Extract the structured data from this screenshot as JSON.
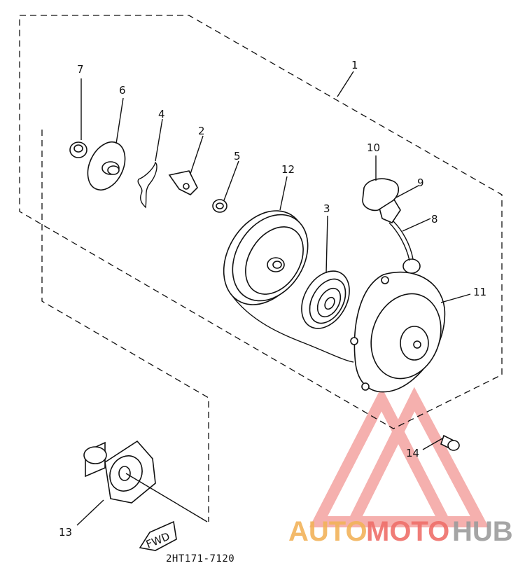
{
  "diagram": {
    "callouts": [
      {
        "id": "1",
        "label": "1"
      },
      {
        "id": "2",
        "label": "2"
      },
      {
        "id": "3",
        "label": "3"
      },
      {
        "id": "4",
        "label": "4"
      },
      {
        "id": "5",
        "label": "5"
      },
      {
        "id": "6",
        "label": "6"
      },
      {
        "id": "7",
        "label": "7"
      },
      {
        "id": "8",
        "label": "8"
      },
      {
        "id": "9",
        "label": "9"
      },
      {
        "id": "10",
        "label": "10"
      },
      {
        "id": "11",
        "label": "11"
      },
      {
        "id": "12",
        "label": "12"
      },
      {
        "id": "13",
        "label": "13"
      },
      {
        "id": "14",
        "label": "14"
      }
    ],
    "direction_arrow": "FWD",
    "drawing_code": "2HT171-7120"
  },
  "watermark": {
    "part1": "AUTO",
    "part2": "MOTO",
    "part3": "HUB",
    "colors": {
      "auto": "#f2b35a",
      "moto": "#ef6f6a",
      "hub": "#9c9c9c",
      "triangle": "#f4a3a0"
    }
  }
}
